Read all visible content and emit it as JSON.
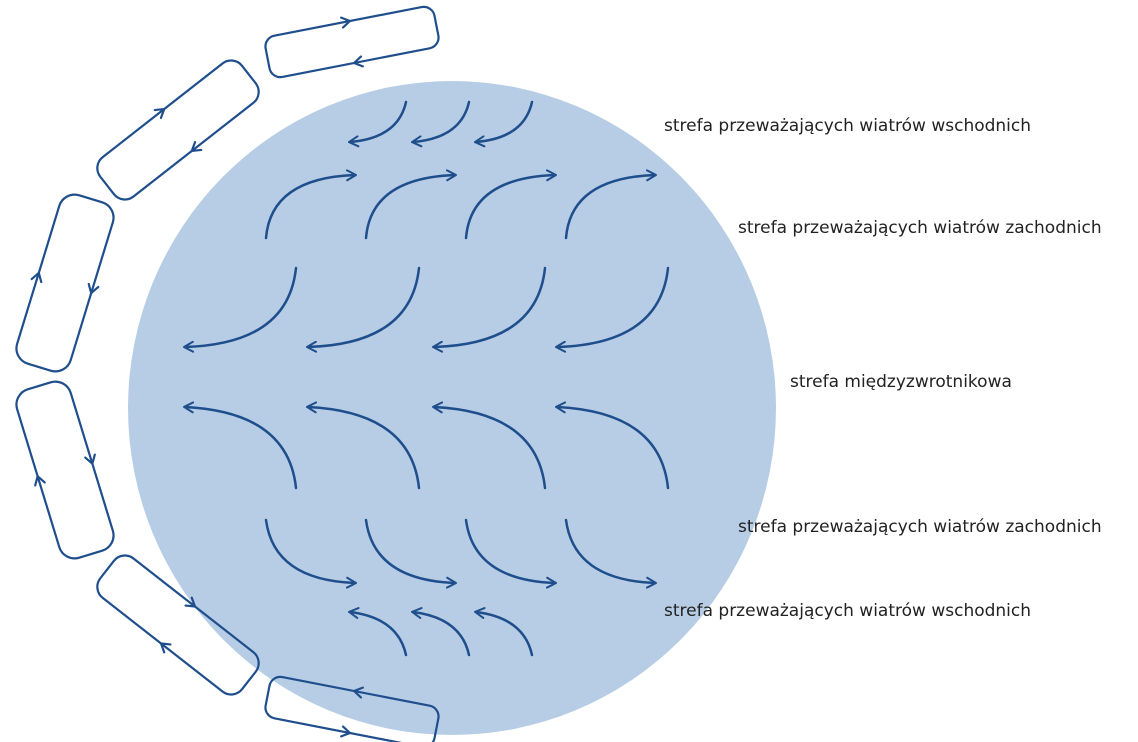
{
  "colors": {
    "globe": "#b7cde5",
    "arrow": "#1f4e8c",
    "text": "#222222"
  },
  "zones": [
    {
      "id": "easterlies-north",
      "label": "strefa przeważających wiatrów wschodnich"
    },
    {
      "id": "westerlies-north",
      "label": "strefa przeważających wiatrów zachodnich"
    },
    {
      "id": "tropical",
      "label": "strefa międzyzwrotnikowa"
    },
    {
      "id": "westerlies-south",
      "label": "strefa przeważających wiatrów zachodnich"
    },
    {
      "id": "easterlies-south",
      "label": "strefa przeważających wiatrów wschodnich"
    }
  ],
  "icons": {
    "wind_arrow": "curved-arrow-icon",
    "circulation_cell": "circulation-cell-icon"
  }
}
